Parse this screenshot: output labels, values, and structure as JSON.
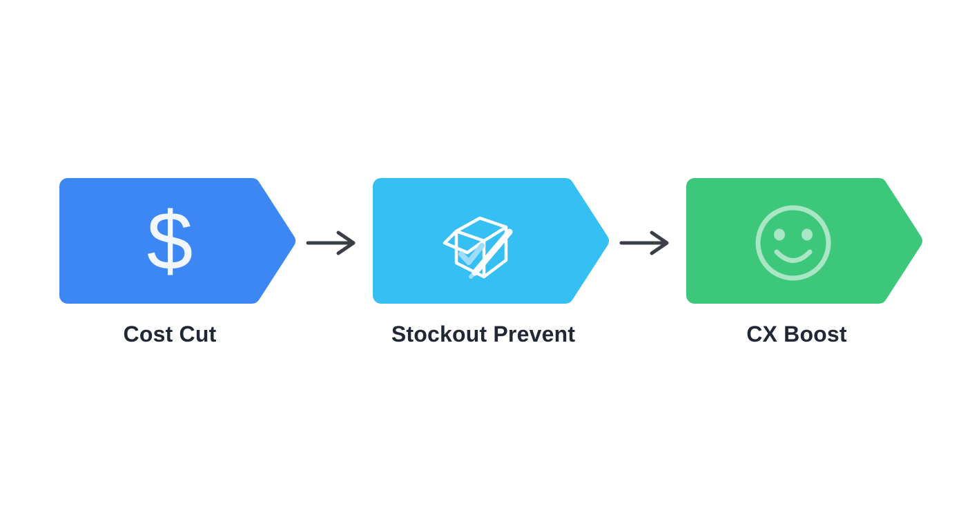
{
  "page": {
    "background": "#ffffff"
  },
  "diagram": {
    "type": "process-flow",
    "label_color": "#212734",
    "arrow_color": "#3b4046",
    "arrows": [
      {
        "icon": "arrow-right-icon"
      },
      {
        "icon": "arrow-right-icon"
      }
    ],
    "steps": [
      {
        "label": "Cost Cut",
        "shape": "chevron",
        "shape_color": "#3d87f5",
        "icon": "dollar-icon",
        "icon_glyph": "$",
        "icon_color": "#f2f7fe"
      },
      {
        "label": "Stockout Prevent",
        "shape": "chevron",
        "shape_color": "#35bff2",
        "icon": "package-check-icon",
        "outline_color": "#ffffff",
        "check_color": "#9edcf8"
      },
      {
        "label": "CX Boost",
        "shape": "chevron",
        "shape_color": "#3cc77b",
        "icon": "smiley-icon",
        "icon_color": "#a9e7c4"
      }
    ]
  }
}
